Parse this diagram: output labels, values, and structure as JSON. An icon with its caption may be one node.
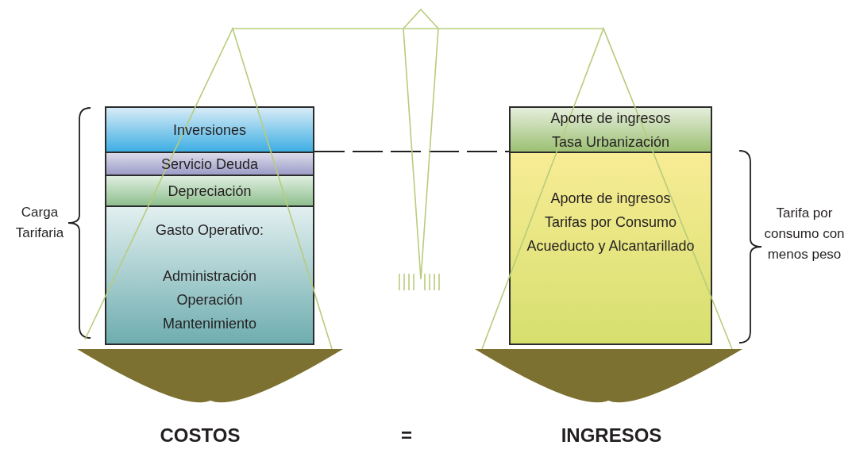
{
  "diagram": {
    "nodes": [
      {
        "text": [
          "Inversiones"
        ]
      },
      {
        "text": [
          "Servicio Deuda"
        ]
      },
      {
        "text": [
          "Depreciación"
        ]
      },
      {
        "text": [
          "Gasto Operativo:",
          "Administración Operación Mantenimiento"
        ]
      },
      {
        "text": [
          "Aporte de ingresos Tasa Urbanización"
        ]
      },
      {
        "text": [
          "Aporte de ingresos Tarifas por Consumo Acueducto y Alcantarillado"
        ]
      }
    ],
    "edges": [
      {
        "from": 1,
        "to": 4,
        "arrow": "none",
        "style": "dashed"
      }
    ],
    "labels": [
      "Carga Tarifaria",
      "Tarifa por consumo con menos peso",
      "COSTOS",
      "=",
      "INGRESOS"
    ]
  }
}
